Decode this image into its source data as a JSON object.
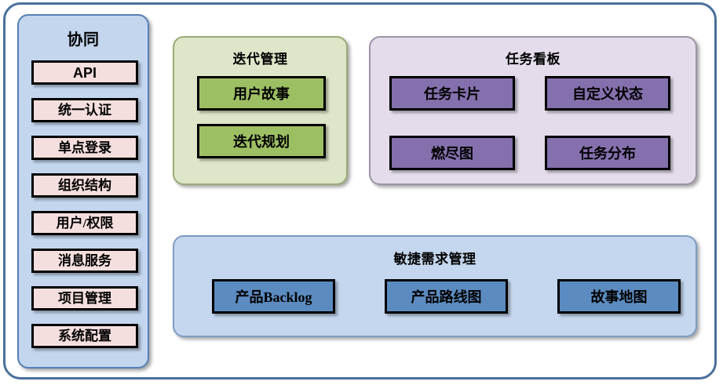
{
  "diagram": {
    "title_font_color": "#000000",
    "sidebar": {
      "title": "协同",
      "bg_color": "#c3d6ee",
      "item_color": "#f5dfde",
      "items": [
        {
          "label": "API",
          "latin": true
        },
        {
          "label": "统一认证",
          "latin": false
        },
        {
          "label": "单点登录",
          "latin": false
        },
        {
          "label": "组织结构",
          "latin": false
        },
        {
          "label": "用户/权限",
          "latin": false
        },
        {
          "label": "消息服务",
          "latin": false
        },
        {
          "label": "项目管理",
          "latin": false
        },
        {
          "label": "系统配置",
          "latin": false
        }
      ]
    },
    "iteration": {
      "title": "迭代管理",
      "bg_color": "#dee6c9",
      "box_color": "#9dbf63",
      "items": [
        {
          "label": "用户故事"
        },
        {
          "label": "迭代规划"
        }
      ]
    },
    "taskboard": {
      "title": "任务看板",
      "bg_color": "#e4dcea",
      "box_color": "#8470ad",
      "items": [
        {
          "label": "任务卡片"
        },
        {
          "label": "自定义状态"
        },
        {
          "label": "燃尽图"
        },
        {
          "label": "任务分布"
        }
      ]
    },
    "agile": {
      "title": "敏捷需求管理",
      "bg_color": "#c5d7ee",
      "box_color": "#5b8bc0",
      "items": [
        {
          "label": "产品Backlog"
        },
        {
          "label": "产品路线图"
        },
        {
          "label": "故事地图"
        }
      ]
    }
  }
}
